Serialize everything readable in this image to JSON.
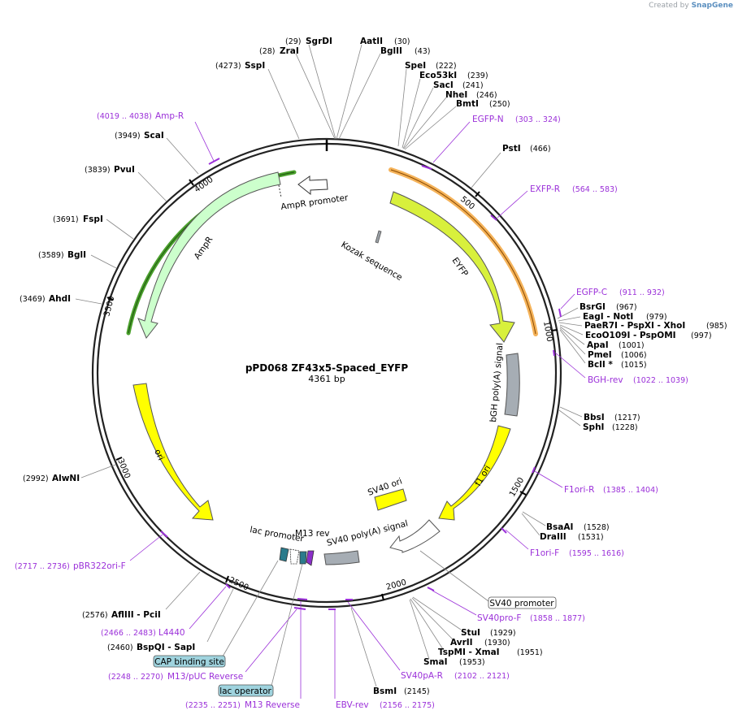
{
  "credit": {
    "prefix": "Created by",
    "brand": "SnapGene"
  },
  "plasmid": {
    "name": "pPD068 ZF43x5-Spaced_EYFP",
    "length": "4361 bp",
    "total_bp": 4361
  },
  "ticks": [
    "500",
    "1000",
    "1500",
    "2000",
    "2500",
    "3000",
    "3500",
    "4000"
  ],
  "enzymes": [
    {
      "name": "SgrDI",
      "pos": "(29)"
    },
    {
      "name": "ZraI",
      "pos": "(28)"
    },
    {
      "name": "AatII",
      "pos": "(30)"
    },
    {
      "name": "BglII",
      "pos": "(43)"
    },
    {
      "name": "SspI",
      "pos": "(4273)"
    },
    {
      "name": "SpeI",
      "pos": "(222)"
    },
    {
      "name": "Eco53kI",
      "pos": "(239)"
    },
    {
      "name": "SacI",
      "pos": "(241)"
    },
    {
      "name": "NheI",
      "pos": "(246)"
    },
    {
      "name": "BmtI",
      "pos": "(250)"
    },
    {
      "name": "PstI",
      "pos": "(466)"
    },
    {
      "name": "BsrGI",
      "pos": "(967)"
    },
    {
      "name": "EagI - NotI",
      "pos": "(979)"
    },
    {
      "name": "PaeR7I - PspXI - XhoI",
      "pos": "(985)"
    },
    {
      "name": "EcoO109I - PspOMI",
      "pos": "(997)"
    },
    {
      "name": "ApaI",
      "pos": "(1001)"
    },
    {
      "name": "PmeI",
      "pos": "(1006)"
    },
    {
      "name": "BclI *",
      "pos": "(1015)"
    },
    {
      "name": "BbsI",
      "pos": "(1217)"
    },
    {
      "name": "SphI",
      "pos": "(1228)"
    },
    {
      "name": "BsaAI",
      "pos": "(1528)"
    },
    {
      "name": "DraIII",
      "pos": "(1531)"
    },
    {
      "name": "StuI",
      "pos": "(1929)"
    },
    {
      "name": "AvrII",
      "pos": "(1930)"
    },
    {
      "name": "TspMI - XmaI",
      "pos": "(1951)"
    },
    {
      "name": "SmaI",
      "pos": "(1953)"
    },
    {
      "name": "BsmI",
      "pos": "(2145)"
    },
    {
      "name": "ScaI",
      "pos": "(3949)"
    },
    {
      "name": "PvuI",
      "pos": "(3839)"
    },
    {
      "name": "FspI",
      "pos": "(3691)"
    },
    {
      "name": "BglI",
      "pos": "(3589)"
    },
    {
      "name": "AhdI",
      "pos": "(3469)"
    },
    {
      "name": "AlwNI",
      "pos": "(2992)"
    },
    {
      "name": "AflIII - PciI",
      "pos": "(2576)"
    },
    {
      "name": "BspQI - SapI",
      "pos": "(2460)"
    }
  ],
  "primers": [
    {
      "name": "Amp-R",
      "range": "(4019 .. 4038)"
    },
    {
      "name": "EGFP-N",
      "range": "(303 .. 324)"
    },
    {
      "name": "EXFP-R",
      "range": "(564 .. 583)"
    },
    {
      "name": "EGFP-C",
      "range": "(911 .. 932)"
    },
    {
      "name": "BGH-rev",
      "range": "(1022 .. 1039)"
    },
    {
      "name": "F1ori-R",
      "range": "(1385 .. 1404)"
    },
    {
      "name": "F1ori-F",
      "range": "(1595 .. 1616)"
    },
    {
      "name": "SV40pro-F",
      "range": "(1858 .. 1877)"
    },
    {
      "name": "SV40pA-R",
      "range": "(2102 .. 2121)"
    },
    {
      "name": "EBV-rev",
      "range": "(2156 .. 2175)"
    },
    {
      "name": "M13 Reverse",
      "range": "(2235 .. 2251)"
    },
    {
      "name": "M13/pUC Reverse",
      "range": "(2248 .. 2270)"
    },
    {
      "name": "L4440",
      "range": "(2466 .. 2483)"
    },
    {
      "name": "pBR322ori-F",
      "range": "(2717 .. 2736)"
    }
  ],
  "features": [
    {
      "name": "EYFP"
    },
    {
      "name": "Kozak sequence"
    },
    {
      "name": "bGH poly(A) signal"
    },
    {
      "name": "f1 ori"
    },
    {
      "name": "SV40 ori"
    },
    {
      "name": "SV40 poly(A) signal"
    },
    {
      "name": "M13 rev"
    },
    {
      "name": "lac promoter"
    },
    {
      "name": "ori"
    },
    {
      "name": "AmpR"
    },
    {
      "name": "AmpR promoter"
    }
  ],
  "boxed_labels": [
    {
      "name": "SV40 promoter"
    },
    {
      "name": "CAP binding site"
    },
    {
      "name": "lac operator"
    }
  ],
  "colors": {
    "backbone": "#222222",
    "eyfp": "#d8f03c",
    "ori": "#ffff00",
    "ampr": "#ccffcc",
    "polya": "#a6adb4",
    "primer": "#9b30d9",
    "boxed_fill": "#9fd3de",
    "highlight_orange": "#f5b35a",
    "highlight_green": "#4aa02c"
  }
}
